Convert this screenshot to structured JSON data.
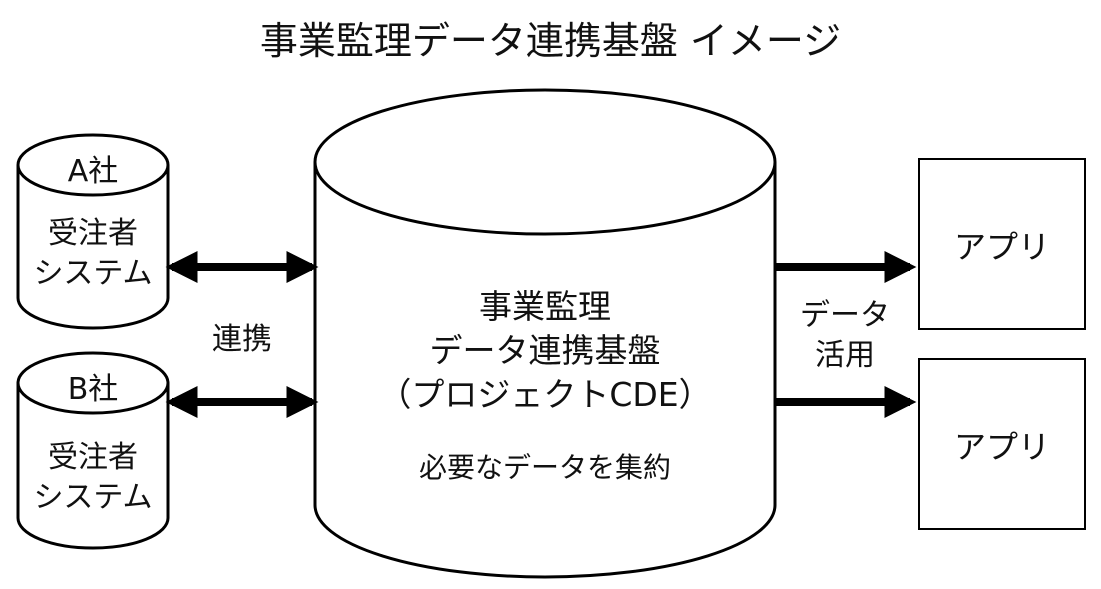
{
  "title": "事業監理データ連携基盤 イメージ",
  "contractor_a": {
    "company": "A社",
    "system_line1": "受注者",
    "system_line2": "システム"
  },
  "contractor_b": {
    "company": "B社",
    "system_line1": "受注者",
    "system_line2": "システム"
  },
  "link_label": "連携",
  "platform": {
    "line1": "事業監理",
    "line2": "データ連携基盤",
    "line3": "（プロジェクトCDE）",
    "subtitle": "必要なデータを集約"
  },
  "data_use": {
    "line1": "データ",
    "line2": "活用"
  },
  "apps": [
    {
      "label": "アプリ"
    },
    {
      "label": "アプリ"
    }
  ]
}
